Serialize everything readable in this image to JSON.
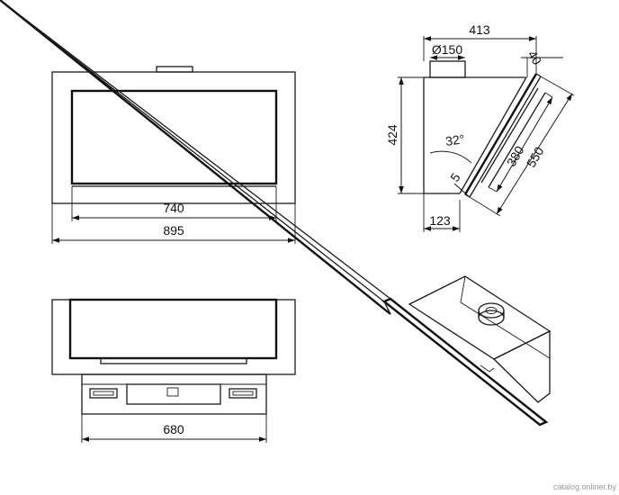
{
  "front_view": {
    "width_inner": "740",
    "width_total": "895"
  },
  "side_view": {
    "depth": "413",
    "duct": "Ø150",
    "offset": "40",
    "height": "424",
    "angle": "32°",
    "glass_length": "380",
    "panel_length": "550",
    "edge": "5",
    "base_depth": "123"
  },
  "bottom_view": {
    "width": "680"
  },
  "watermark": "catalog.onliner.by"
}
